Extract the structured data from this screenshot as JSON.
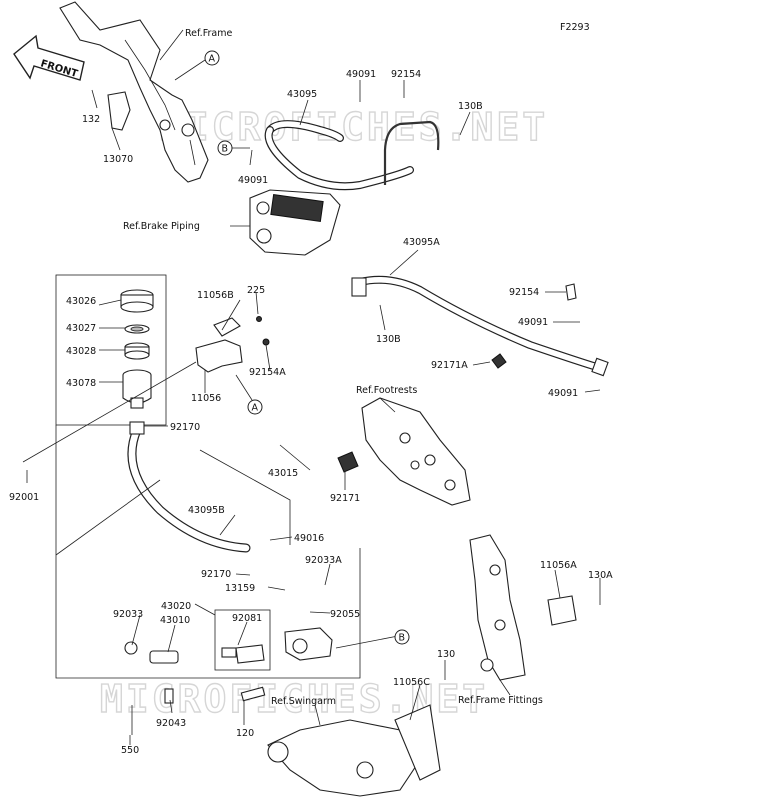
{
  "figure_code": "F2293",
  "front_label": "FRONT",
  "watermark": "MICROFICHES.NET",
  "references": {
    "frame": "Ref.Frame",
    "brake_piping": "Ref.Brake Piping",
    "footrests": "Ref.Footrests",
    "swingarm": "Ref.Swingarm",
    "frame_fittings": "Ref.Frame Fittings"
  },
  "markers": {
    "a": "A",
    "b": "B"
  },
  "parts": {
    "p43095": "43095",
    "p49091": "49091",
    "p92154": "92154",
    "p130b": "130B",
    "p132": "132",
    "p13070": "13070",
    "p43095a": "43095A",
    "p11056b": "11056B",
    "p225": "225",
    "p43026": "43026",
    "p43027": "43027",
    "p43028": "43028",
    "p43078": "43078",
    "p92154a": "92154A",
    "p11056": "11056",
    "p92171a": "92171A",
    "p92170": "92170",
    "p92001": "92001",
    "p43015": "43015",
    "p92171": "92171",
    "p43095b": "43095B",
    "p49016": "49016",
    "p92033a": "92033A",
    "p13159": "13159",
    "p43020": "43020",
    "p92033": "92033",
    "p43010": "43010",
    "p92081": "92081",
    "p92055": "92055",
    "p11056a": "11056A",
    "p130a": "130A",
    "p130": "130",
    "p11056c": "11056C",
    "p92043": "92043",
    "p120": "120",
    "p550": "550"
  }
}
